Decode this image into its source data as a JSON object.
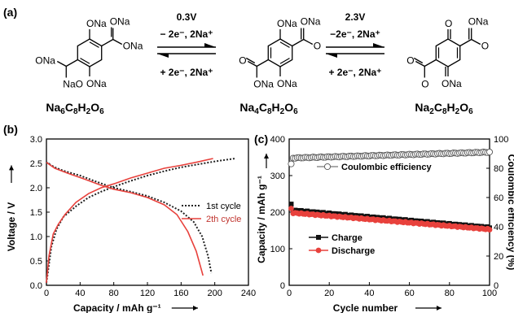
{
  "panel_a": {
    "label": "(a)",
    "compounds": [
      {
        "formula": "Na6C8H2O6",
        "subs": [
          "ONa",
          "ONa",
          "ONa",
          "ONa",
          "NaO",
          "ONa"
        ],
        "formula_parts": [
          {
            "t": "Na",
            "s": ""
          },
          {
            "t": "6",
            "s": "sub"
          },
          {
            "t": "C",
            "s": ""
          },
          {
            "t": "8",
            "s": "sub"
          },
          {
            "t": "H",
            "s": ""
          },
          {
            "t": "2",
            "s": "sub"
          },
          {
            "t": "O",
            "s": ""
          },
          {
            "t": "6",
            "s": "sub"
          }
        ]
      },
      {
        "formula": "Na4C8H2O6",
        "subs": [
          "ONa",
          "ONa",
          "O",
          "ONa",
          "ONa",
          "O"
        ],
        "formula_parts": [
          {
            "t": "Na",
            "s": ""
          },
          {
            "t": "4",
            "s": "sub"
          },
          {
            "t": "C",
            "s": ""
          },
          {
            "t": "8",
            "s": "sub"
          },
          {
            "t": "H",
            "s": ""
          },
          {
            "t": "2",
            "s": "sub"
          },
          {
            "t": "O",
            "s": ""
          },
          {
            "t": "6",
            "s": "sub"
          }
        ]
      },
      {
        "formula": "Na2C8H2O6",
        "subs": [
          "O",
          "ONa",
          "O",
          "ONa",
          "O",
          "O"
        ],
        "formula_parts": [
          {
            "t": "Na",
            "s": ""
          },
          {
            "t": "2",
            "s": "sub"
          },
          {
            "t": "C",
            "s": ""
          },
          {
            "t": "8",
            "s": "sub"
          },
          {
            "t": "H",
            "s": ""
          },
          {
            "t": "2",
            "s": "sub"
          },
          {
            "t": "O",
            "s": ""
          },
          {
            "t": "6",
            "s": "sub"
          }
        ]
      }
    ],
    "arrows": [
      {
        "voltage": "0.3V",
        "top": "− 2e⁻, 2Na⁺",
        "bottom": "+ 2e⁻, 2Na⁺"
      },
      {
        "voltage": "2.3V",
        "top": "−2e⁻, 2Na⁺",
        "bottom": "+ 2e⁻, 2Na⁺"
      }
    ]
  },
  "chart_data": [
    {
      "panel": "(b)",
      "type": "line",
      "xlabel": "Capacity / mAh g⁻¹",
      "ylabel": "Voltage / V",
      "xlim": [
        0,
        240
      ],
      "ylim": [
        0.0,
        3.0
      ],
      "xticks": [
        0,
        40,
        80,
        120,
        160,
        200,
        240
      ],
      "yticks": [
        0.0,
        0.5,
        1.0,
        1.5,
        2.0,
        2.5,
        3.0
      ],
      "legend_position": "right",
      "series": [
        {
          "name": "1st cycle",
          "style": "dotted",
          "color": "#222222",
          "segments": [
            [
              [
                0,
                2.52
              ],
              [
                10,
                2.42
              ],
              [
                20,
                2.35
              ],
              [
                40,
                2.25
              ],
              [
                60,
                2.12
              ],
              [
                80,
                2.0
              ],
              [
                100,
                1.92
              ],
              [
                120,
                1.83
              ],
              [
                140,
                1.7
              ],
              [
                160,
                1.52
              ],
              [
                175,
                1.3
              ],
              [
                185,
                1.0
              ],
              [
                192,
                0.6
              ],
              [
                196,
                0.25
              ]
            ],
            [
              [
                0,
                0.05
              ],
              [
                2,
                0.3
              ],
              [
                6,
                0.8
              ],
              [
                12,
                1.15
              ],
              [
                20,
                1.4
              ],
              [
                35,
                1.62
              ],
              [
                50,
                1.8
              ],
              [
                65,
                1.92
              ],
              [
                80,
                2.02
              ],
              [
                100,
                2.14
              ],
              [
                120,
                2.25
              ],
              [
                140,
                2.34
              ],
              [
                160,
                2.42
              ],
              [
                180,
                2.48
              ],
              [
                200,
                2.54
              ],
              [
                224,
                2.6
              ]
            ]
          ]
        },
        {
          "name": "2th cycle",
          "style": "solid",
          "color": "#e8413c",
          "segments": [
            [
              [
                0,
                2.52
              ],
              [
                10,
                2.4
              ],
              [
                25,
                2.3
              ],
              [
                45,
                2.18
              ],
              [
                65,
                2.05
              ],
              [
                80,
                1.97
              ],
              [
                100,
                1.9
              ],
              [
                120,
                1.8
              ],
              [
                140,
                1.65
              ],
              [
                155,
                1.45
              ],
              [
                168,
                1.1
              ],
              [
                178,
                0.7
              ],
              [
                186,
                0.2
              ]
            ],
            [
              [
                0,
                0.05
              ],
              [
                3,
                0.6
              ],
              [
                8,
                1.05
              ],
              [
                14,
                1.25
              ],
              [
                22,
                1.45
              ],
              [
                35,
                1.7
              ],
              [
                50,
                1.88
              ],
              [
                65,
                2.0
              ],
              [
                80,
                2.08
              ],
              [
                100,
                2.2
              ],
              [
                120,
                2.3
              ],
              [
                140,
                2.4
              ],
              [
                160,
                2.46
              ],
              [
                180,
                2.53
              ],
              [
                198,
                2.6
              ]
            ]
          ]
        }
      ]
    },
    {
      "panel": "(c)",
      "type": "scatter",
      "xlabel": "Cycle number",
      "ylabel": "Capacity / mAh g⁻¹",
      "y2label": "Coulombic efficiency (%)",
      "xlim": [
        0,
        100
      ],
      "ylim": [
        0,
        400
      ],
      "y2lim": [
        0,
        100
      ],
      "xticks": [
        0,
        20,
        40,
        60,
        80,
        100
      ],
      "yticks": [
        0,
        100,
        200,
        300,
        400
      ],
      "y2ticks": [
        0,
        20,
        40,
        60,
        80,
        100
      ],
      "series": [
        {
          "name": "Coulombic efficiency",
          "axis": "right",
          "marker": "open-circle",
          "color": "#555555",
          "first": [
            1,
            83
          ],
          "start": 87,
          "end": 91
        },
        {
          "name": "Charge",
          "axis": "left",
          "marker": "square",
          "color": "#111111",
          "first": [
            1,
            222
          ],
          "start": 205,
          "end": 158
        },
        {
          "name": "Discharge",
          "axis": "left",
          "marker": "circle",
          "color": "#e8413c",
          "first": [
            1,
            210
          ],
          "start": 198,
          "end": 153
        }
      ]
    }
  ]
}
